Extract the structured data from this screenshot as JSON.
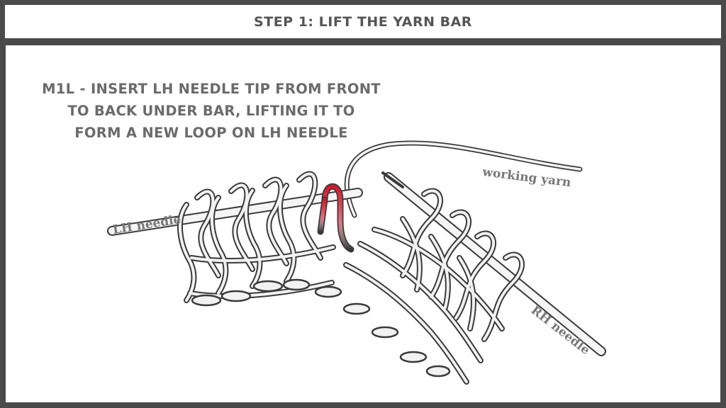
{
  "header": {
    "title": "STEP 1: LIFT THE YARN BAR"
  },
  "instruction": {
    "lines": [
      "M1L - INSERT LH NEEDLE TIP FROM FRONT",
      "TO BACK UNDER BAR, LIFTING IT TO",
      "FORM A NEW LOOP ON LH NEEDLE"
    ]
  },
  "labels": {
    "lh_needle": "LH needle",
    "working_yarn": "working yarn",
    "rh_needle": "RH needle"
  },
  "colors": {
    "frame": "#4a4a4a",
    "text": "#6b6b6b",
    "highlight_loop": "#d0192b",
    "yarn_fill": "#f1f1f1",
    "yarn_stroke": "#3a3a3a"
  }
}
